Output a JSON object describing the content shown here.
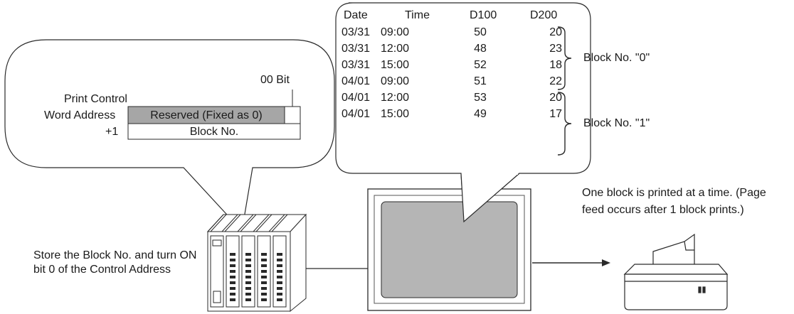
{
  "control_callout": {
    "bit_label": "00 Bit",
    "row1_label_line1": "Print Control",
    "row1_label_line2": "Word Address",
    "row1_cell": "Reserved (Fixed as 0)",
    "row2_label": "+1",
    "row2_cell": "Block No."
  },
  "data_table": {
    "headers": [
      "Date",
      "Time",
      "D100",
      "D200"
    ],
    "rows": [
      [
        "03/31",
        "09:00",
        "50",
        "20"
      ],
      [
        "03/31",
        "12:00",
        "48",
        "23"
      ],
      [
        "03/31",
        "15:00",
        "52",
        "18"
      ],
      [
        "04/01",
        "09:00",
        "51",
        "22"
      ],
      [
        "04/01",
        "12:00",
        "53",
        "20"
      ],
      [
        "04/01",
        "15:00",
        "49",
        "17"
      ]
    ],
    "blocks": [
      {
        "label": "Block No. \"0\""
      },
      {
        "label": "Block No. \"1\""
      }
    ]
  },
  "plc_note": "Store the Block No. and turn ON bit 0 of the Control Address",
  "printer_note": "One block is printed at a time. (Page feed occurs after 1 block prints.)",
  "icons": {
    "plc": "plc-rack-icon",
    "display": "display-panel-icon",
    "printer": "printer-icon"
  }
}
